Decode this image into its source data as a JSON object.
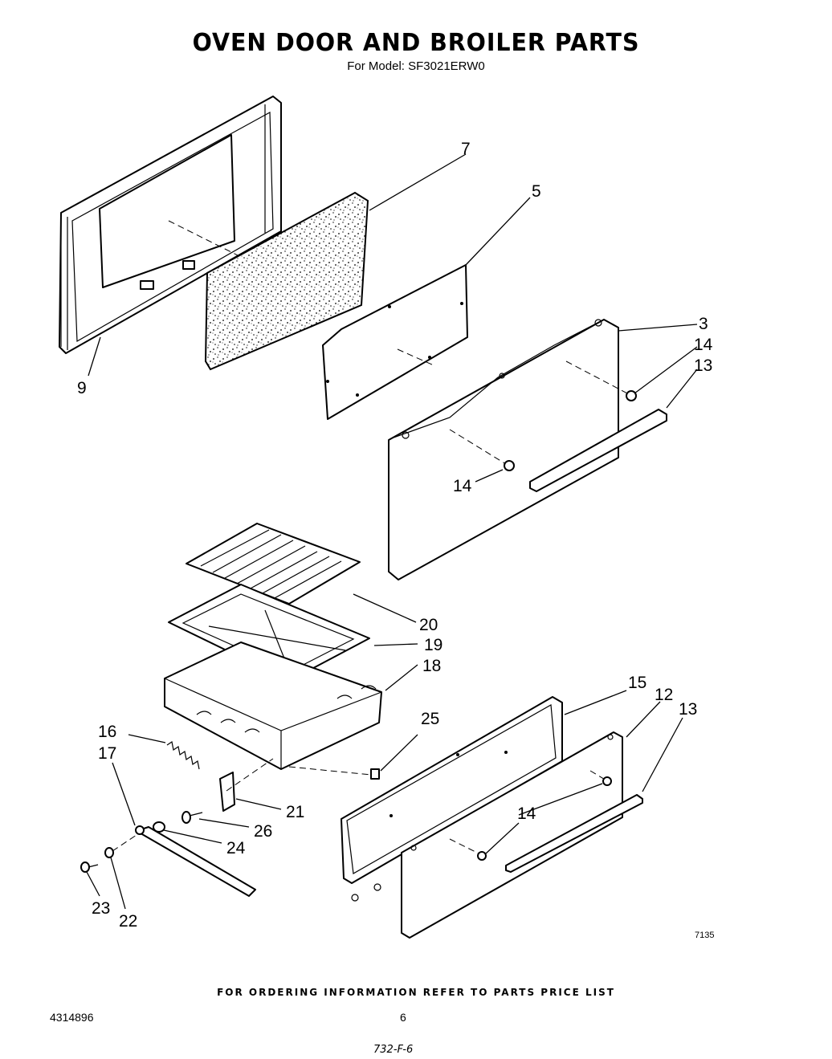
{
  "title": "OVEN DOOR AND BROILER PARTS",
  "subtitle": "For Model: SF3021ERW0",
  "footer_note": "FOR ORDERING INFORMATION REFER TO PARTS PRICE LIST",
  "document_number": "4314896",
  "page_number": "6",
  "handwritten_note": "732-F-6",
  "figure_number": "7135",
  "callouts": {
    "c7": "7",
    "c5": "5",
    "c3": "3",
    "c14a": "14",
    "c13a": "13",
    "c9": "9",
    "c14b": "14",
    "c20": "20",
    "c19": "19",
    "c18": "18",
    "c15": "15",
    "c12": "12",
    "c13b": "13",
    "c16": "16",
    "c17": "17",
    "c25": "25",
    "c21": "21",
    "c26": "26",
    "c24": "24",
    "c14c": "14",
    "c23": "23",
    "c22": "22"
  }
}
